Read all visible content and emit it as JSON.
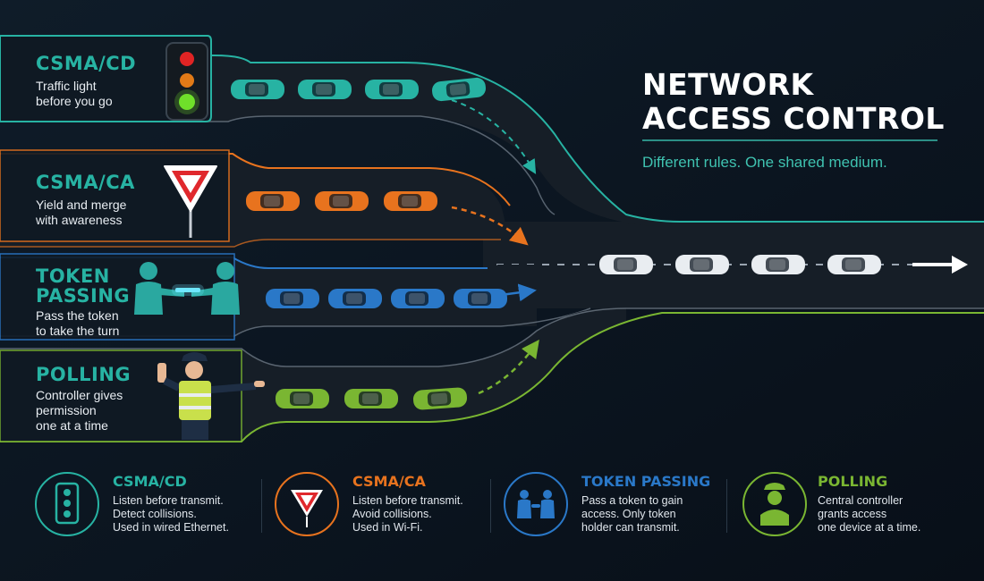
{
  "title_lines": [
    "NETWORK",
    "ACCESS CONTROL"
  ],
  "subtitle": "Different rules. One shared medium.",
  "colors": {
    "teal": "#27b3a3",
    "orange": "#e8731e",
    "blue": "#2a78c8",
    "green": "#7ab632",
    "background": "#0b1520",
    "road": "#161e27"
  },
  "lanes": [
    {
      "heading": "CSMA/CD",
      "description_lines": [
        "Traffic light",
        "before you go"
      ],
      "icon": "traffic-light-icon",
      "cars": 4
    },
    {
      "heading": "CSMA/CA",
      "description_lines": [
        "Yield and merge",
        "with awareness"
      ],
      "icon": "yield-sign-icon",
      "cars": 3
    },
    {
      "heading_lines": [
        "TOKEN",
        "PASSING"
      ],
      "description_lines": [
        "Pass the token",
        "to take the turn"
      ],
      "icon": "token-passing-icon",
      "cars": 4
    },
    {
      "heading": "POLLING",
      "description_lines": [
        "Controller gives",
        "permission",
        "one at a time"
      ],
      "icon": "traffic-controller-icon",
      "cars": 3
    }
  ],
  "merged_lane": {
    "cars": 4,
    "arrow": "arrow-right-icon"
  },
  "legend": [
    {
      "heading": "CSMA/CD",
      "description_lines": [
        "Listen before transmit.",
        "Detect collisions.",
        "Used in wired Ethernet."
      ],
      "icon": "traffic-light-icon"
    },
    {
      "heading": "CSMA/CA",
      "description_lines": [
        "Listen before transmit.",
        "Avoid collisions.",
        "Used in Wi-Fi."
      ],
      "icon": "yield-sign-icon"
    },
    {
      "heading": "TOKEN PASSING",
      "description_lines": [
        "Pass a token to gain",
        "access. Only token",
        "holder can transmit."
      ],
      "icon": "token-passing-icon"
    },
    {
      "heading": "POLLING",
      "description_lines": [
        "Central controller",
        "grants access",
        "one device at a time."
      ],
      "icon": "controller-icon"
    }
  ]
}
